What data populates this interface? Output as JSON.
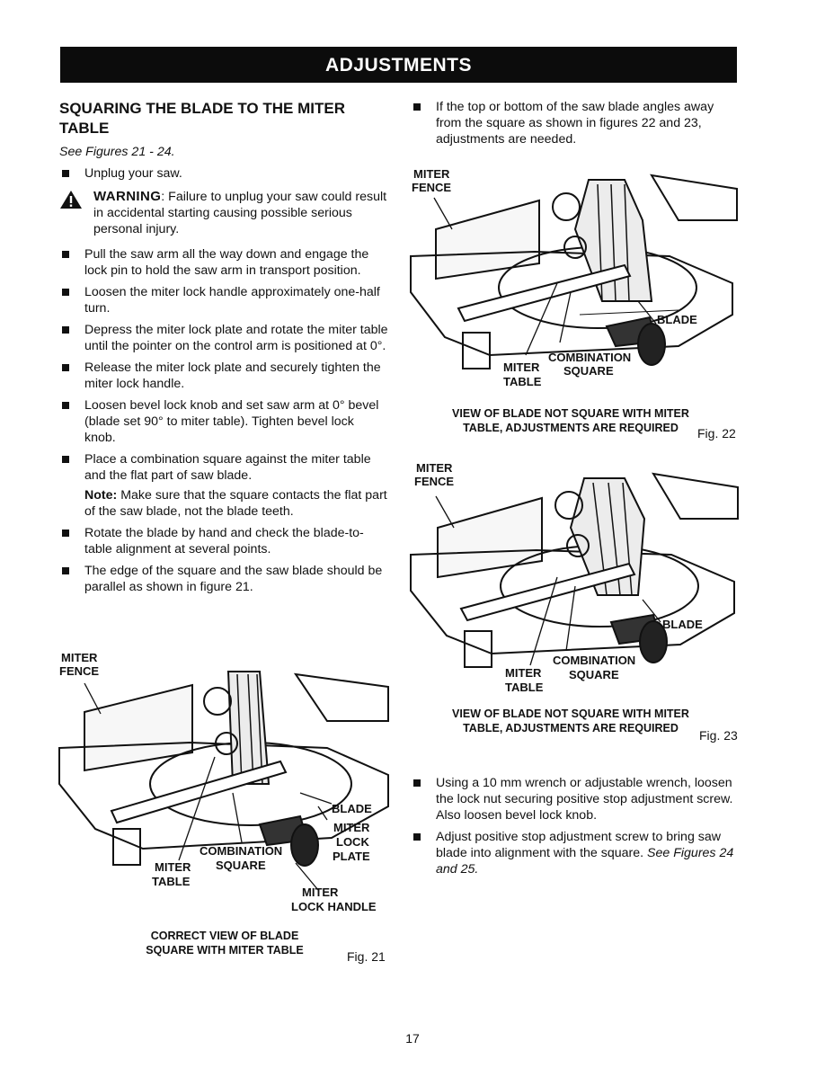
{
  "header": {
    "banner": "ADJUSTMENTS"
  },
  "section": {
    "title": "SQUARING THE BLADE TO THE MITER TABLE",
    "see_figures": "See Figures 21 - 24.",
    "unplug": "Unplug your saw.",
    "warning_label": "WARNING",
    "warning_text": ": Failure to unplug your saw could result in accidental starting causing possible serious personal injury.",
    "steps": [
      "Pull the saw arm all the way down and engage the lock pin to hold the saw arm in transport position.",
      "Loosen the miter lock handle approximately one-half turn.",
      "Depress the miter lock plate and rotate the miter table until the pointer on the control arm is positioned at 0°.",
      "Release the miter lock plate and securely tighten the miter lock handle.",
      "Loosen bevel lock knob and set saw arm at 0° bevel (blade set 90° to miter table). Tighten bevel lock knob.",
      "Place a combination square against the miter table and the flat part of saw blade."
    ],
    "note_label": "Note:",
    "note_text": " Make sure that the square contacts the flat part of the saw blade, not the blade teeth.",
    "steps2": [
      "Rotate the blade by hand and check the blade-to-table alignment at several points.",
      "The edge of the square and the saw blade should be parallel as shown in figure 21."
    ],
    "right_intro": "If the top or bottom of the saw blade angles away from the square as shown in figures 22 and 23, adjustments are needed.",
    "right_steps": [
      "Using a 10 mm wrench or adjustable wrench, loosen the lock nut securing positive stop adjustment screw. Also loosen bevel lock knob.",
      "Adjust positive stop adjustment screw to bring saw blade into alignment with the square. "
    ],
    "right_steps_italic": "See Figures 24 and 25."
  },
  "figures": {
    "fig21": {
      "labels": {
        "miter": "MITER",
        "fence": "FENCE",
        "blade": "BLADE",
        "miter2": "MITER",
        "lock": "LOCK",
        "plate": "PLATE",
        "combination": "COMBINATION",
        "square": "SQUARE",
        "miter3": "MITER",
        "table": "TABLE",
        "miter4": "MITER",
        "lock_handle": "LOCK HANDLE"
      },
      "caption_line1": "CORRECT VIEW OF BLADE",
      "caption_line2": "SQUARE WITH MITER TABLE",
      "number": "Fig. 21"
    },
    "fig22": {
      "labels": {
        "miter": "MITER",
        "fence": "FENCE",
        "blade": "BLADE",
        "combination": "COMBINATION",
        "square": "SQUARE",
        "miter2": "MITER",
        "table": "TABLE"
      },
      "caption_line1": "VIEW OF BLADE NOT SQUARE WITH MITER",
      "caption_line2": "TABLE, ADJUSTMENTS ARE REQUIRED",
      "number": "Fig. 22"
    },
    "fig23": {
      "labels": {
        "miter": "MITER",
        "fence": "FENCE",
        "blade": "BLADE",
        "combination": "COMBINATION",
        "square": "SQUARE",
        "miter2": "MITER",
        "table": "TABLE"
      },
      "caption_line1": "VIEW OF BLADE NOT SQUARE WITH MITER",
      "caption_line2": "TABLE, ADJUSTMENTS ARE REQUIRED",
      "number": "Fig. 23"
    }
  },
  "footer": {
    "page_number": "17"
  },
  "icons": {
    "warning": "warning-triangle-icon",
    "bullet": "square-bullet-icon"
  }
}
